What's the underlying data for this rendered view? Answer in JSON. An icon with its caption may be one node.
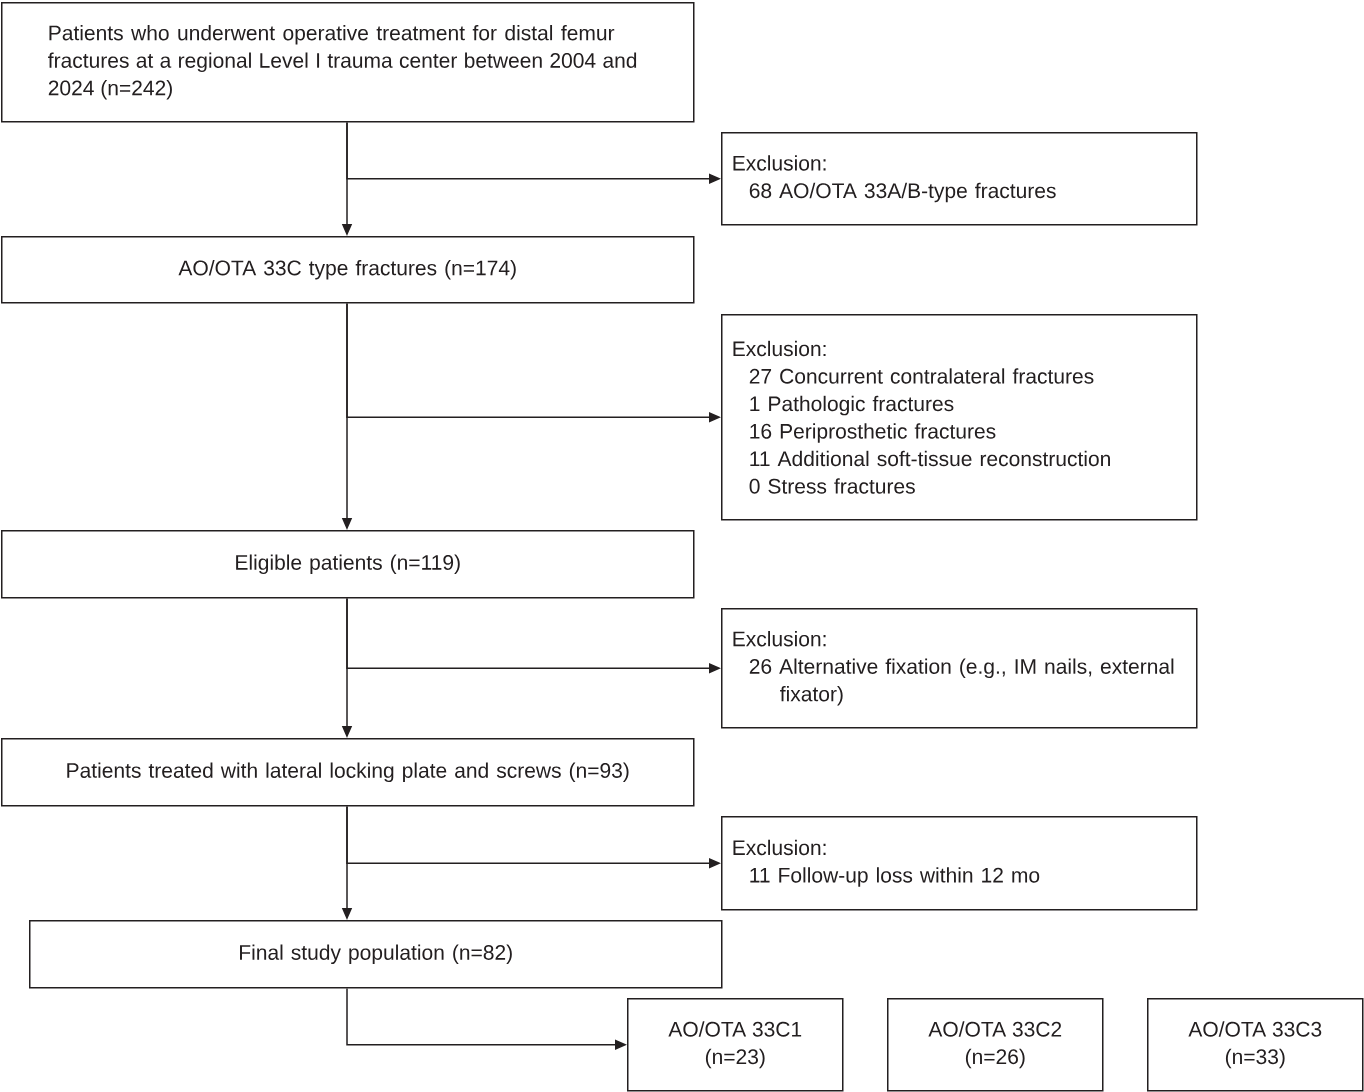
{
  "diagram": {
    "nodes": [
      {
        "text": [
          "Patients who underwent operative treatment for distal femur fractures at a regional Level I trauma center between 2004 and 2024 (n=242)"
        ]
      },
      {
        "text": [
          "Exclusion:",
          "68 AO/OTA 33A/B-type fractures"
        ]
      },
      {
        "text": [
          "AO/OTA 33C type fractures (n=174)"
        ]
      },
      {
        "text": [
          "Exclusion:",
          "27 Concurrent contralateral fractures",
          "1 Pathologic fractures",
          "16 Periprosthetic fractures",
          "11 Additional soft-tissue reconstruction",
          "0 Stress fractures"
        ]
      },
      {
        "text": [
          "Eligible patients (n=119)"
        ]
      },
      {
        "text": [
          "Exclusion:",
          "26 Alternative fixation (e.g., IM nails, external fixator)"
        ]
      },
      {
        "text": [
          "Patients treated with lateral locking plate and screws (n=93)"
        ]
      },
      {
        "text": [
          "Exclusion:",
          "11 Follow-up loss within 12 mo"
        ]
      },
      {
        "text": [
          "Final study population (n=82)"
        ]
      },
      {
        "text": [
          "AO/OTA 33C1 (n=23)"
        ]
      },
      {
        "text": [
          "AO/OTA 33C2 (n=26)"
        ]
      },
      {
        "text": [
          "AO/OTA 33C3 (n=33)"
        ]
      }
    ],
    "edges": [
      {
        "from": 0,
        "to": 1,
        "arrow": "to"
      },
      {
        "from": 0,
        "to": 2,
        "arrow": "to"
      },
      {
        "from": 2,
        "to": 3,
        "arrow": "to"
      },
      {
        "from": 2,
        "to": 4,
        "arrow": "to"
      },
      {
        "from": 4,
        "to": 5,
        "arrow": "to"
      },
      {
        "from": 4,
        "to": 6,
        "arrow": "to"
      },
      {
        "from": 6,
        "to": 7,
        "arrow": "to"
      },
      {
        "from": 6,
        "to": 8,
        "arrow": "to"
      },
      {
        "from": 8,
        "to": 9,
        "arrow": "to"
      }
    ]
  }
}
